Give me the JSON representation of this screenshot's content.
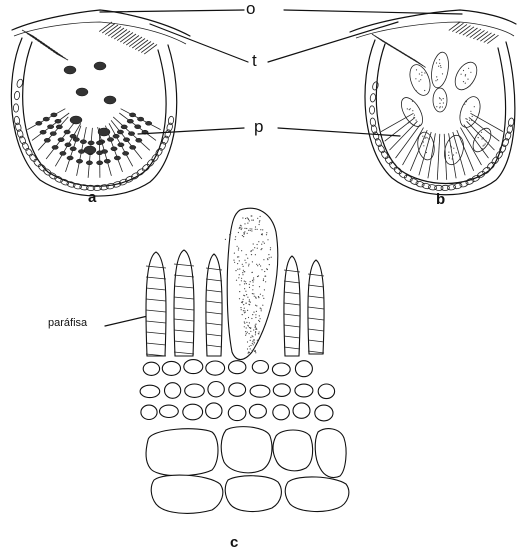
{
  "labels": {
    "o": "o",
    "t": "t",
    "p": "p",
    "panel_a": "a",
    "panel_b": "b",
    "panel_c": "c",
    "parafisa": "paráfisa"
  },
  "colors": {
    "ink": "#111111",
    "background": "#ffffff",
    "stipple": "#444444"
  }
}
